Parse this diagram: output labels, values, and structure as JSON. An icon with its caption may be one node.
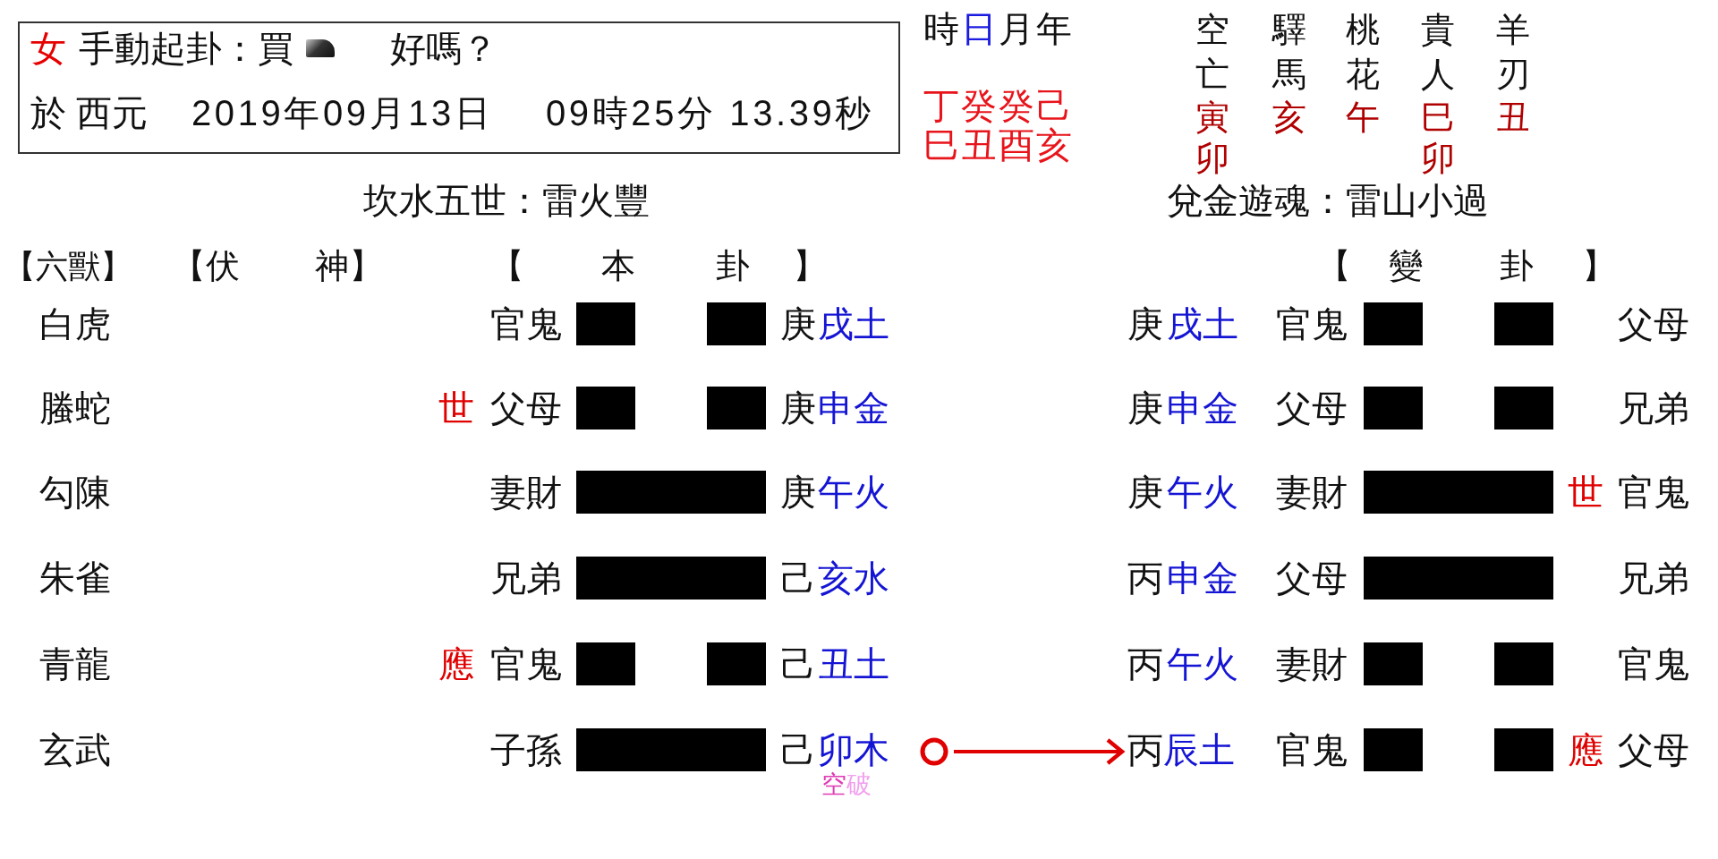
{
  "diagram": {
    "nodes": [
      {
        "text": [
          "女",
          "手動起卦：買",
          "好嗎？",
          "於 西元",
          "2019年09月13日",
          "09時25分 13.39秒"
        ]
      },
      {
        "text": [],
        "shape": "circle"
      },
      {
        "text": [
          "丙",
          "辰土"
        ]
      }
    ],
    "edges": [
      {
        "from": 1,
        "to": 2,
        "arrow": "to",
        "color": "#e00000"
      }
    ],
    "labels": [
      "時",
      "日",
      "月",
      "年",
      "丁",
      "癸",
      "癸",
      "己",
      "巳",
      "丑",
      "酉",
      "亥",
      "空亡",
      "驛馬",
      "桃花",
      "貴人",
      "羊刃",
      "寅卯",
      "亥",
      "午",
      "巳卯",
      "丑",
      "坎水五世：雷火豐",
      "兌金遊魂：雷山小過",
      "【六獸】",
      "【伏",
      "神】",
      "【",
      "本",
      "卦",
      "】",
      "【",
      "變",
      "卦",
      "】",
      "白虎",
      "官鬼",
      "庚",
      "戌土",
      "庚",
      "戌土",
      "官鬼",
      "父母",
      "螣蛇",
      "世",
      "父母",
      "庚",
      "申金",
      "庚",
      "申金",
      "父母",
      "兄弟",
      "勾陳",
      "妻財",
      "庚",
      "午火",
      "庚",
      "午火",
      "妻財",
      "世",
      "官鬼",
      "朱雀",
      "兄弟",
      "己",
      "亥水",
      "丙",
      "申金",
      "父母",
      "兄弟",
      "青龍",
      "應",
      "官鬼",
      "己",
      "丑土",
      "丙",
      "午火",
      "妻財",
      "官鬼",
      "玄武",
      "子孫",
      "己",
      "卯木",
      "官鬼",
      "應",
      "父母",
      "空",
      "破"
    ]
  }
}
